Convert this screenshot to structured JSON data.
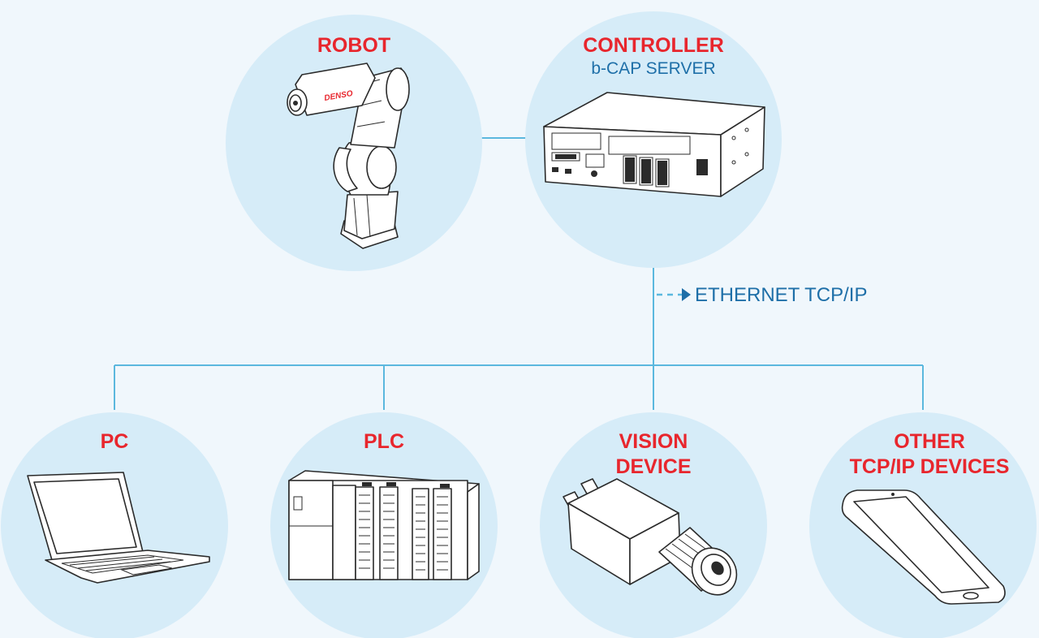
{
  "nodes": {
    "robot": {
      "title": "ROBOT",
      "logo": "DENSO",
      "icon": "robot-arm-icon"
    },
    "controller": {
      "title": "CONTROLLER",
      "subtitle": "b-CAP SERVER",
      "icon": "controller-unit-icon"
    },
    "pc": {
      "title": "PC",
      "icon": "laptop-icon"
    },
    "plc": {
      "title": "PLC",
      "icon": "plc-rack-icon"
    },
    "vision": {
      "title_line1": "VISION",
      "title_line2": "DEVICE",
      "icon": "camera-icon"
    },
    "other": {
      "title_line1": "OTHER",
      "title_line2": "TCP/IP DEVICES",
      "icon": "smartphone-icon"
    }
  },
  "link": {
    "label": "ETHERNET TCP/IP"
  },
  "colors": {
    "background": "#f0f7fc",
    "circle": "#d6ecf8",
    "wire": "#5bb8de",
    "title_red": "#e8262d",
    "text_blue": "#1e6fa8"
  }
}
